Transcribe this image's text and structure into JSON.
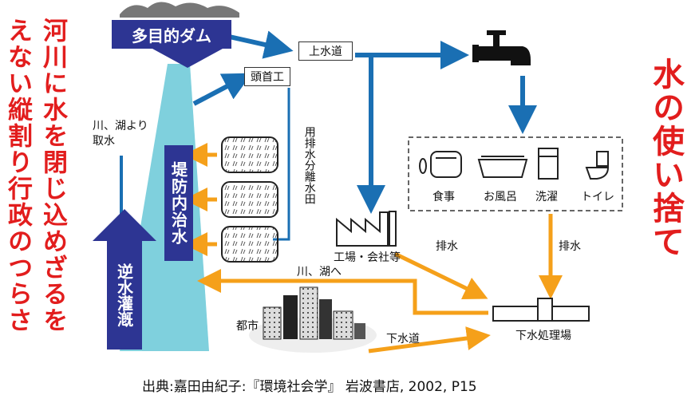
{
  "left_title": [
    "河川に水を閉じ込めざるを",
    "えない縦割り行政のつらさ"
  ],
  "right_title": "水の使い捨て",
  "dam_label": "多目的ダム",
  "headworks_label": "頭首工",
  "water_supply_label": "上水道",
  "river_lake_intake": "川、湖より\n取水",
  "levee_label": "堤防内治水",
  "reverse_irrigation": "逆水灌漑",
  "paddy_label": "用排水分離水田",
  "uses": [
    "食事",
    "お風呂",
    "洗濯",
    "トイレ"
  ],
  "factory_label": "工場・会社等",
  "drainage_1": "排水",
  "drainage_2": "排水",
  "to_river_label": "川、湖へ",
  "city_label": "都市",
  "sewer_label": "下水道",
  "treatment_label": "下水処理場",
  "source": "出典:嘉田由紀子:『環境社会学』 岩波書店, 2002, P15",
  "colors": {
    "blue_arrow": "#1a6fb3",
    "orange_arrow": "#f5a01a",
    "navy": "#2d3593",
    "water": "#7fd0dd",
    "red": "#e21d1d"
  }
}
